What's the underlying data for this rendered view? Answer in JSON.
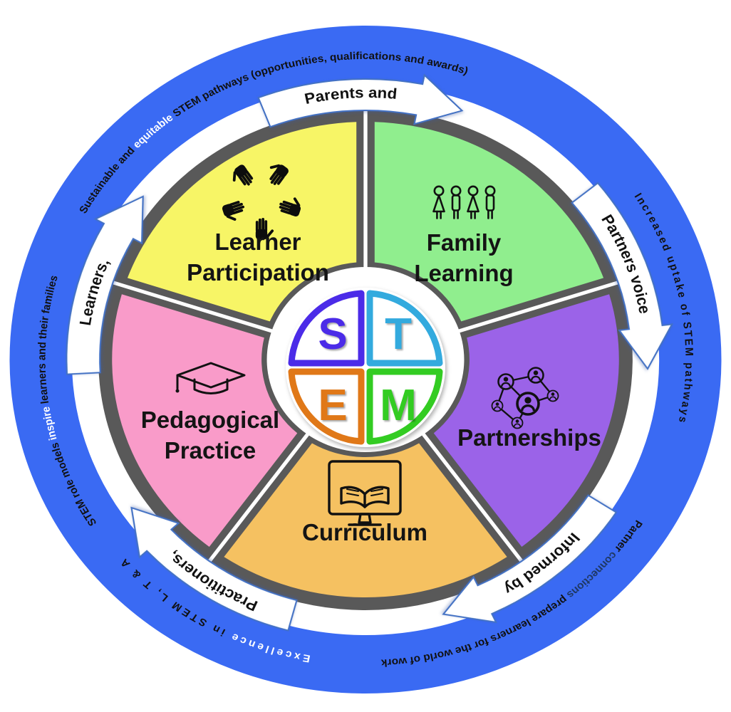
{
  "colors": {
    "ring_blue": "#3A6AF3",
    "wheel_gray": "#595959",
    "stripe_white": "#FFFFFF",
    "arrow_outline": "#4472C4",
    "text_black": "#111111",
    "highlight_white": "#FFFFFF",
    "connections_navy": "#1F3864"
  },
  "ring_phrases": {
    "top": {
      "p1": "Sustainable and ",
      "p2": "equitable",
      "p3": " STEM pathways (opportunities, qualifications and awards)"
    },
    "right": {
      "p1": "Increased uptake of STEM pathways"
    },
    "bottom_right": {
      "p1": "Partner ",
      "p2": "connections",
      "p3": " prepare learners for the world of work"
    },
    "bottom": {
      "p2": "Excellence",
      "p3": " in STEM L, T & A"
    },
    "left": {
      "p1": "STEM role models ",
      "p2": "inspire",
      "p3": " learners and their families"
    }
  },
  "arrows": [
    {
      "label": "Parents and"
    },
    {
      "label": "Partners voice"
    },
    {
      "label": "Informed by"
    },
    {
      "label": "Practitioners,"
    },
    {
      "label": "Learners,"
    }
  ],
  "segments": [
    {
      "name": "Learner Participation",
      "lines": [
        "Learner",
        "Participation"
      ],
      "color": "#F7F566",
      "icon": "hands-icon"
    },
    {
      "name": "Family Learning",
      "lines": [
        "Family",
        "Learning"
      ],
      "color": "#90EE8E",
      "icon": "family-icon"
    },
    {
      "name": "Partnerships",
      "lines": [
        "Partnerships"
      ],
      "color": "#9B63E8",
      "icon": "network-icon"
    },
    {
      "name": "Curriculum",
      "lines": [
        "Curriculum"
      ],
      "color": "#F5C161",
      "icon": "monitor-book-icon"
    },
    {
      "name": "Pedagogical Practice",
      "lines": [
        "Pedagogical",
        "Practice"
      ],
      "color": "#F99BC9",
      "icon": "mortarboard-icon"
    }
  ],
  "logo": {
    "letters": [
      {
        "char": "S",
        "color": "#4B2BE8"
      },
      {
        "char": "T",
        "color": "#33AADE"
      },
      {
        "char": "E",
        "color": "#E07818"
      },
      {
        "char": "M",
        "color": "#33CC22"
      }
    ]
  }
}
